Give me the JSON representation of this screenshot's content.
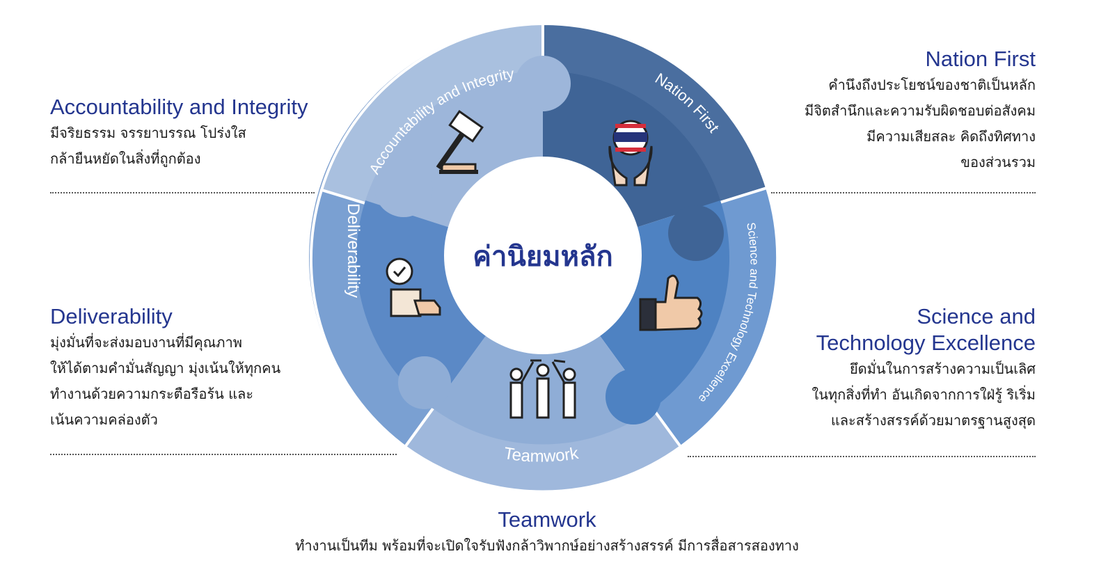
{
  "center_title": "ค่านิยมหลัก",
  "colors": {
    "heading": "#24368f",
    "piece_accountability": "#a9c0df",
    "piece_nation": "#4a6e9f",
    "piece_science": "#5a8ac5",
    "piece_teamwork": "#9fb8dc",
    "piece_deliverability": "#6b95cc",
    "outer_ring": "#7d9fce"
  },
  "values": {
    "accountability": {
      "title": "Accountability and Integrity",
      "desc": [
        "มีจริยธรรม จรรยาบรรณ โปร่งใส",
        "กล้ายืนหยัดในสิ่งที่ถูกต้อง"
      ],
      "wheel_label": "Accountability and Integrity",
      "icon": "gavel-icon"
    },
    "nation": {
      "title": "Nation First",
      "desc": [
        "คำนึงถึงประโยชน์ของชาติเป็นหลัก",
        "มีจิตสำนึกและความรับผิดชอบต่อสังคม",
        "มีความเสียสละ คิดถึงทิศทาง",
        "ของส่วนรวม"
      ],
      "wheel_label": "Nation First",
      "icon": "thai-flag-hands-icon"
    },
    "deliverability": {
      "title": "Deliverability",
      "desc": [
        "มุ่งมั่นที่จะส่งมอบงานที่มีคุณภาพ",
        "ให้ได้ตามคำมั่นสัญญา มุ่งเน้นให้ทุกคน",
        "ทำงานด้วยความกระตือรือร้น และ",
        "เน้นความคล่องตัว"
      ],
      "wheel_label": "Deliverability",
      "icon": "box-delivery-icon"
    },
    "science": {
      "title_lines": [
        "Science and",
        "Technology Excellence"
      ],
      "desc": [
        "ยึดมั่นในการสร้างความเป็นเลิศ",
        "ในทุกสิ่งที่ทำ อันเกิดจากการใฝ่รู้ ริเริ่ม",
        "และสร้างสรรค์ด้วยมาตรฐานสูงสุด"
      ],
      "wheel_label": "Science and Technology Excellence",
      "icon": "thumbs-up-icon"
    },
    "teamwork": {
      "title": "Teamwork",
      "desc": "ทำงานเป็นทีม พร้อมที่จะเปิดใจรับฟังกล้าวิพากษ์อย่างสร้างสรรค์ มีการสื่อสารสองทาง",
      "wheel_label": "Teamwork",
      "icon": "team-hands-up-icon"
    }
  }
}
